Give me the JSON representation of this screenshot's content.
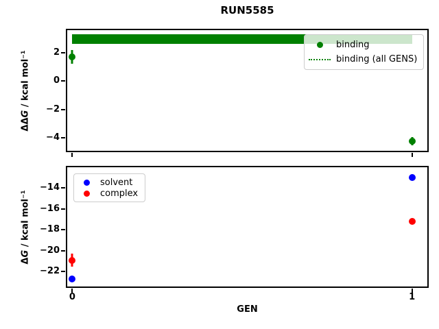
{
  "figure": {
    "title": "RUN5585"
  },
  "top_plot": {
    "ylabel_pre": "ΔΔ",
    "ylabel_sym": "G",
    "ylabel_post": " / kcal mol⁻¹",
    "legend": [
      {
        "label": "binding",
        "marker": "green-dot"
      },
      {
        "label": "binding (all GENS)",
        "marker": "green-dotted-line"
      }
    ]
  },
  "bottom_plot": {
    "ylabel_pre": "Δ",
    "ylabel_sym": "G",
    "ylabel_post": " / kcal mol⁻¹",
    "xlabel": "GEN",
    "legend": [
      {
        "label": "solvent",
        "marker": "blue-dot"
      },
      {
        "label": "complex",
        "marker": "red-dot"
      }
    ]
  },
  "colors": {
    "binding": "#008000",
    "solvent": "#0000ff",
    "complex": "#ff0000",
    "legend_border": "#cccccc",
    "axes": "#000000"
  },
  "chart_data": [
    {
      "type": "scatter",
      "title": "RUN5585",
      "ylabel": "ΔΔG / kcal mol⁻¹",
      "x": [
        0,
        1
      ],
      "series": [
        {
          "name": "binding",
          "color": "#008000",
          "values": [
            1.7,
            -4.25
          ],
          "yerr": [
            0.5,
            0.3
          ]
        }
      ],
      "hband": {
        "name": "binding (all GENS)",
        "color": "#008000",
        "y_range": [
          2.6,
          3.3
        ],
        "x_range": [
          0,
          1
        ]
      },
      "yticks": {
        "values": [
          2,
          0,
          -2,
          -4
        ],
        "labels": [
          "2",
          "0",
          "−2",
          "−4"
        ]
      },
      "xticks": {
        "values": [
          0,
          1
        ],
        "labels": [
          "0",
          "1"
        ],
        "show_labels": false
      },
      "ylim": [
        -4.92,
        3.58
      ],
      "xlim": [
        -0.015,
        1.045
      ],
      "legend_position": "upper right",
      "grid": false
    },
    {
      "type": "scatter",
      "xlabel": "GEN",
      "ylabel": "ΔG / kcal mol⁻¹",
      "x": [
        0,
        1
      ],
      "series": [
        {
          "name": "solvent",
          "color": "#0000ff",
          "values": [
            -22.7,
            -13.0
          ],
          "yerr": [
            0.1,
            0.1
          ]
        },
        {
          "name": "complex",
          "color": "#ff0000",
          "values": [
            -20.9,
            -17.2
          ],
          "yerr": [
            0.6,
            0.1
          ]
        }
      ],
      "yticks": {
        "values": [
          -14,
          -16,
          -18,
          -20,
          -22
        ],
        "labels": [
          "−14",
          "−16",
          "−18",
          "−20",
          "−22"
        ]
      },
      "xticks": {
        "values": [
          0,
          1
        ],
        "labels": [
          "0",
          "1"
        ],
        "show_labels": true
      },
      "ylim": [
        -23.41,
        -12.02
      ],
      "xlim": [
        -0.015,
        1.045
      ],
      "legend_position": "upper left",
      "grid": false
    }
  ]
}
